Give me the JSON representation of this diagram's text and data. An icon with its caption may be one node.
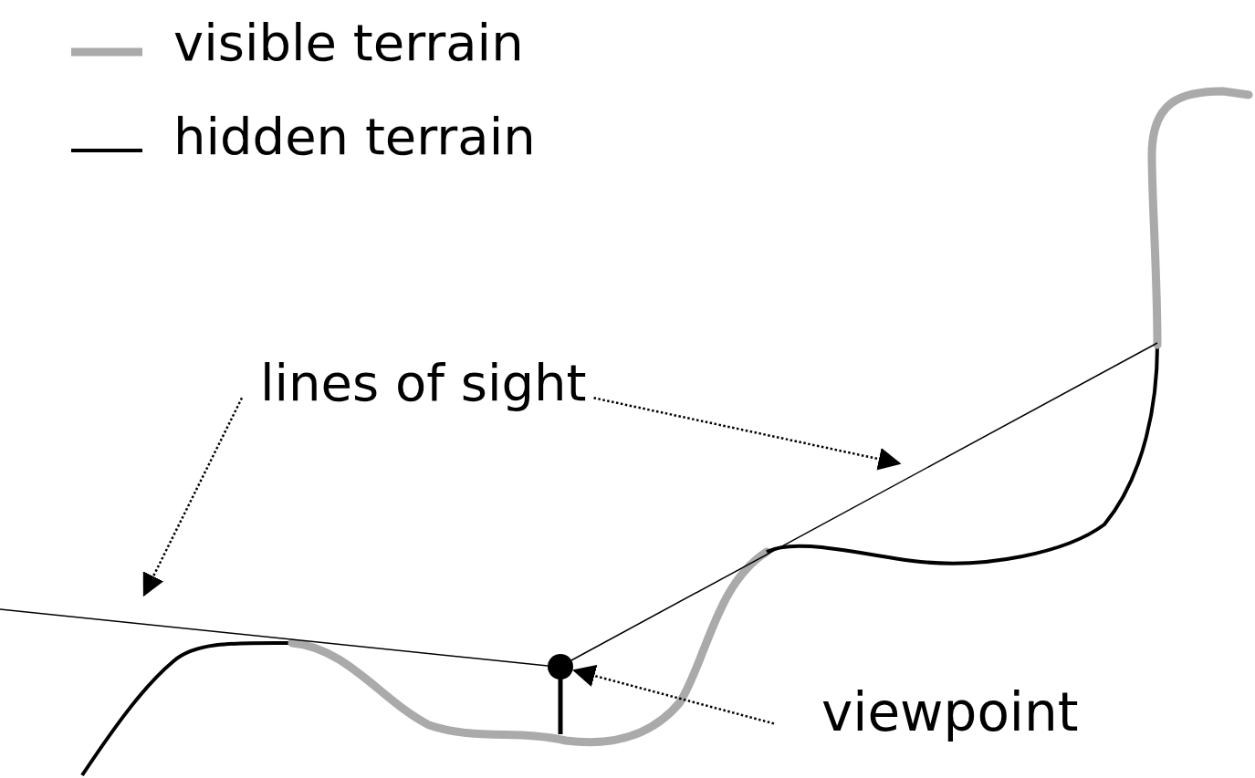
{
  "diagram": {
    "nodes": [
      {
        "text": [
          "lines of sight"
        ]
      },
      {
        "text": [],
        "shape": "circle"
      },
      {
        "text": [
          "viewpoint"
        ]
      }
    ],
    "edges": [
      {
        "from": 0,
        "to": null,
        "arrow": "to",
        "style": "dashed"
      },
      {
        "from": 0,
        "to": null,
        "arrow": "to",
        "style": "dashed"
      },
      {
        "from": 2,
        "to": 1,
        "arrow": "to",
        "style": "dashed"
      }
    ],
    "legend": [
      {
        "text": "visible terrain"
      },
      {
        "text": "hidden terrain"
      }
    ]
  }
}
